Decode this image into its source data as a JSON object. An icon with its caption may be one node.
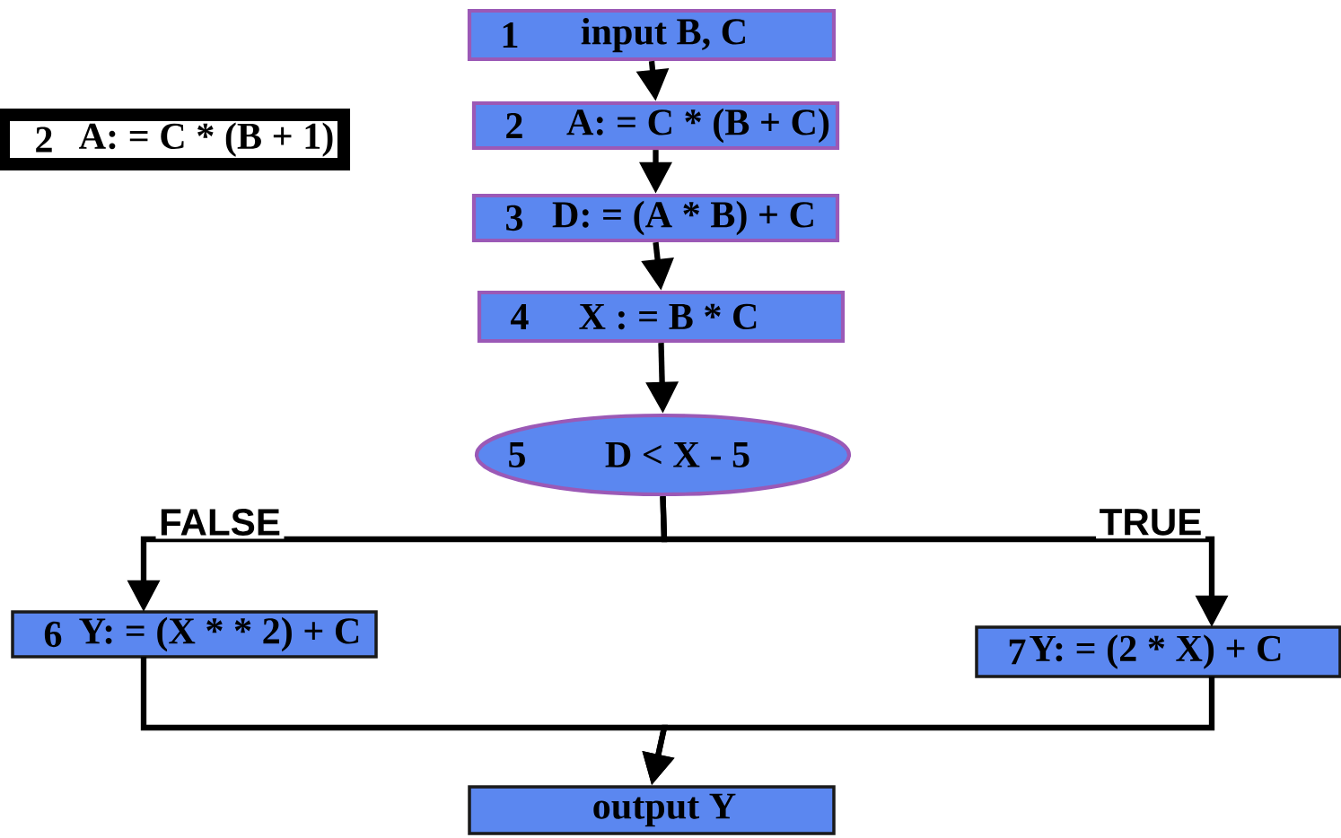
{
  "diagram": {
    "nodes": [
      {
        "text": [
          "1",
          "input B, C"
        ]
      },
      {
        "text": [
          "2",
          "A: = C * (B + C)"
        ]
      },
      {
        "text": [
          "3",
          "D: = (A * B) + C"
        ]
      },
      {
        "text": [
          "4",
          "X : = B * C"
        ]
      },
      {
        "text": [
          "5",
          "D < X - 5"
        ]
      },
      {
        "text": [
          "6",
          "Y: = (X * * 2) + C"
        ]
      },
      {
        "text": [
          "7",
          "Y: = (2 * X) + C"
        ]
      },
      {
        "text": [
          "output Y"
        ]
      },
      {
        "text": [
          "2",
          "A: = C * (B + 1)"
        ]
      }
    ],
    "edges": [
      {
        "from": 0,
        "to": 1,
        "arrow": "to"
      },
      {
        "from": 1,
        "to": 2,
        "arrow": "to"
      },
      {
        "from": 2,
        "to": 3,
        "arrow": "to"
      },
      {
        "from": 3,
        "to": 4,
        "arrow": "to"
      },
      {
        "from": 4,
        "to": 5,
        "arrow": "to",
        "label": "FALSE"
      },
      {
        "from": 4,
        "to": 6,
        "arrow": "to",
        "label": "TRUE"
      },
      {
        "from": 5,
        "to": 7,
        "arrow": "to"
      },
      {
        "from": 6,
        "to": 7,
        "arrow": "to"
      }
    ]
  }
}
